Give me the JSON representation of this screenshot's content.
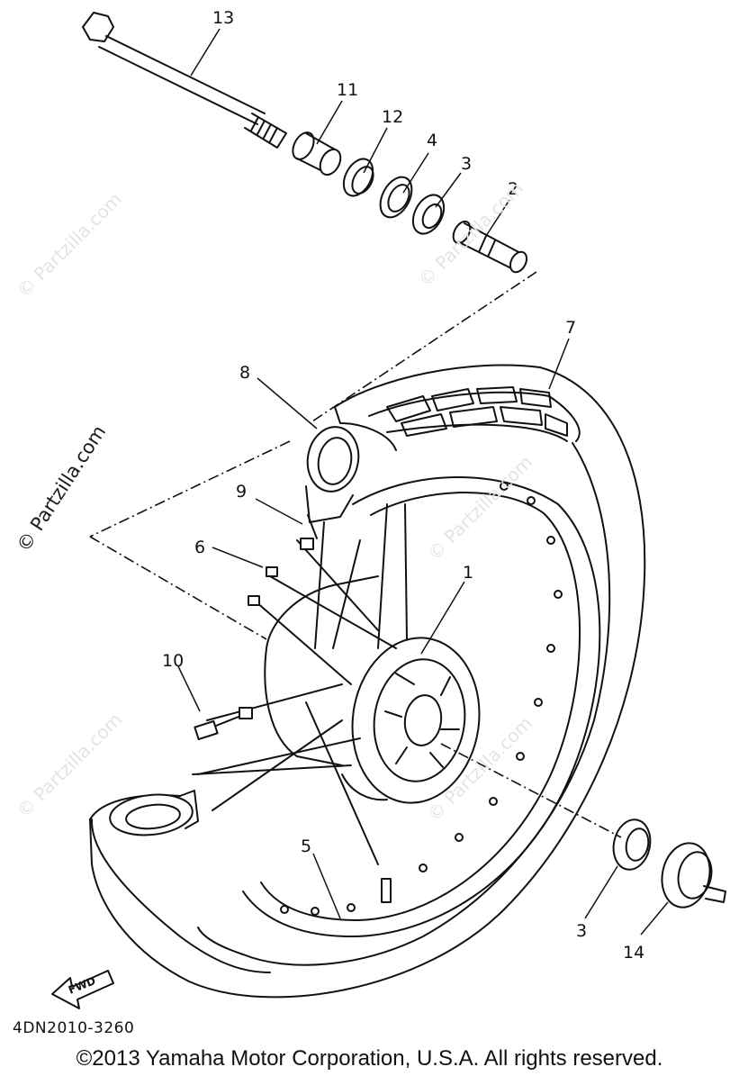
{
  "labels": {
    "l1": "1",
    "l2": "2",
    "l3a": "3",
    "l3b": "3",
    "l4": "4",
    "l5": "5",
    "l6": "6",
    "l7": "7",
    "l8": "8",
    "l9": "9",
    "l10": "10",
    "l11": "11",
    "l12": "12",
    "l13": "13",
    "l14": "14"
  },
  "fwd_label": "FWD",
  "diagram_code": "4DN2010-3260",
  "copyright": "©2013 Yamaha Motor Corporation, U.S.A. All rights reserved.",
  "watermark": "© Partzilla.com"
}
